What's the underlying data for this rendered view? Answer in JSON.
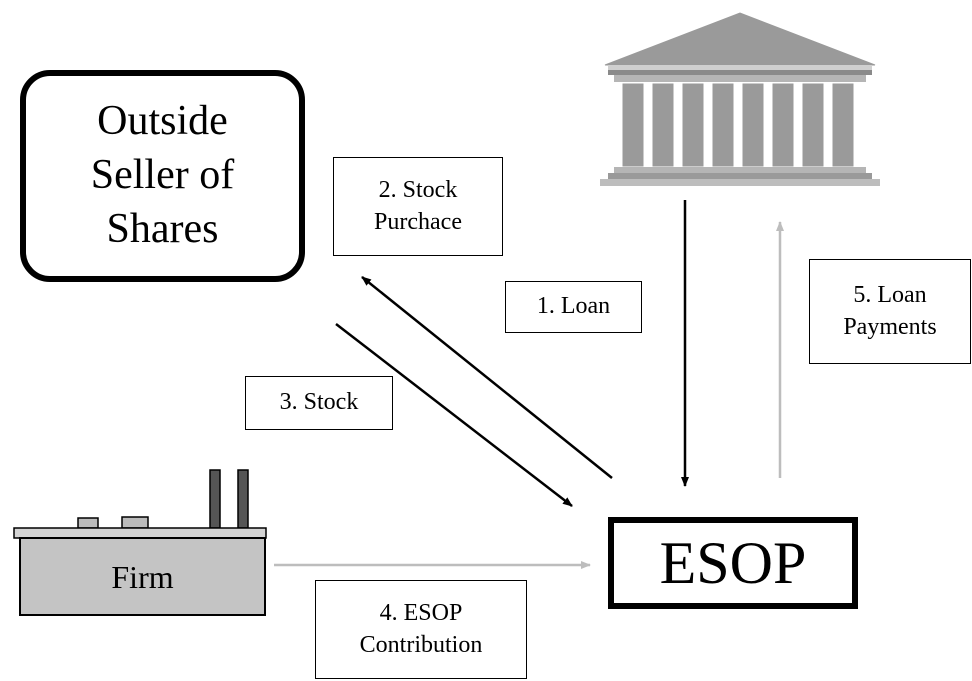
{
  "nodes": {
    "seller": "Outside\nSeller of\nShares",
    "esop": "ESOP",
    "firm": "Firm",
    "bank_icon": "bank-building-icon",
    "factory_icon": "factory-icon"
  },
  "labels": {
    "loan": "1. Loan",
    "stock_purchase": "2. Stock\nPurchace",
    "stock": "3. Stock",
    "esop_contribution": "4. ESOP\nContribution",
    "loan_payments": "5. Loan\nPayments"
  },
  "colors": {
    "black_arrow": "#000000",
    "gray_arrow": "#bdbdbd",
    "building_fill": "#9a9a9a",
    "factory_fill": "#c4c4c4"
  }
}
